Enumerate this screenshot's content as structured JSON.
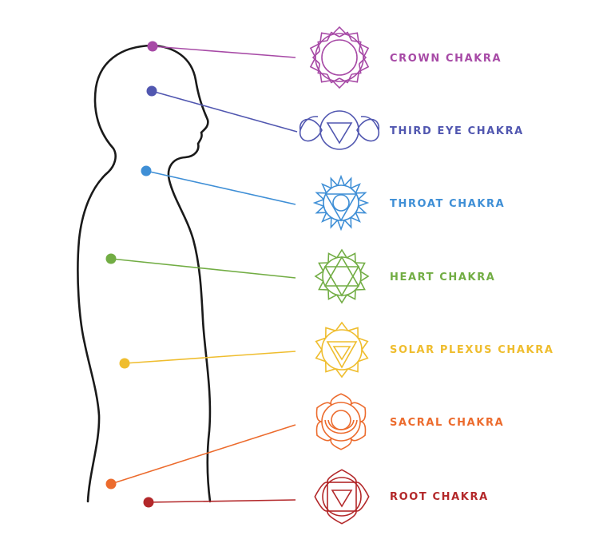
{
  "chakras": [
    {
      "key": "crown",
      "label": "CROWN CHAKRA",
      "color": "#a74aa6",
      "symbol": "lotus-circle-icon"
    },
    {
      "key": "third-eye",
      "label": "THIRD EYE CHAKRA",
      "color": "#5157b0",
      "symbol": "winged-triangle-icon"
    },
    {
      "key": "throat",
      "label": "THROAT CHAKRA",
      "color": "#3f8fd6",
      "symbol": "star-triangle-icon"
    },
    {
      "key": "heart",
      "label": "HEART CHAKRA",
      "color": "#72ad44",
      "symbol": "hexagram-lotus-icon"
    },
    {
      "key": "solar-plexus",
      "label": "SOLAR PLEXUS CHAKRA",
      "color": "#efbd2e",
      "symbol": "triangle-lotus-icon"
    },
    {
      "key": "sacral",
      "label": "SACRAL CHAKRA",
      "color": "#ec6b2d",
      "symbol": "crescent-lotus-icon"
    },
    {
      "key": "root",
      "label": "ROOT CHAKRA",
      "color": "#b3282a",
      "symbol": "square-triangle-icon"
    }
  ],
  "body_outline_color": "#1a1a1a"
}
